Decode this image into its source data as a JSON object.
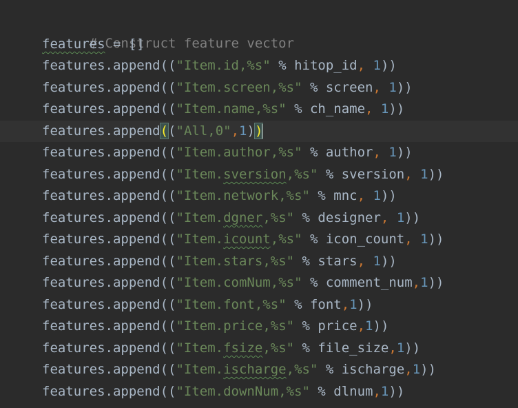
{
  "editor": {
    "comment": "# Construct feature vector",
    "init_var": "features",
    "init_op": " = ",
    "init_value": "[]",
    "call_prefix": "features.append((",
    "current_line": {
      "prefix": "features.append",
      "open_paren": "(",
      "inner_open": "(",
      "string": "\"All,0\"",
      "comma": ",",
      "number": "1",
      "inner_close": ")",
      "close_paren": ")"
    },
    "lines": [
      {
        "s_pre": "\"Item.",
        "s_mid": "id",
        "s_post": ",%s\"",
        "arg": " % hitop_id",
        "comma": ", ",
        "num": "1",
        "end": "))"
      },
      {
        "s_pre": "\"Item.",
        "s_mid": "screen",
        "s_post": ",%s\"",
        "arg": " % screen",
        "comma": ", ",
        "num": "1",
        "end": "))"
      },
      {
        "s_pre": "\"Item.",
        "s_mid": "name",
        "s_post": ",%s\"",
        "arg": " % ch_name",
        "comma": ", ",
        "num": "1",
        "end": "))"
      },
      {
        "s_pre": "\"Item.",
        "s_mid": "author",
        "s_post": ",%s\"",
        "arg": " % author",
        "comma": ", ",
        "num": "1",
        "end": "))"
      },
      {
        "s_pre": "\"Item.",
        "s_mid": "sversion",
        "s_post": ",%s\"",
        "arg": " % sversion",
        "comma": ", ",
        "num": "1",
        "end": "))"
      },
      {
        "s_pre": "\"Item.",
        "s_mid": "network",
        "s_post": ",%s\"",
        "arg": " % mnc",
        "comma": ", ",
        "num": "1",
        "end": "))"
      },
      {
        "s_pre": "\"Item.",
        "s_mid": "dgner",
        "s_post": ",%s\"",
        "arg": " % designer",
        "comma": ", ",
        "num": "1",
        "end": "))"
      },
      {
        "s_pre": "\"Item.",
        "s_mid": "icount",
        "s_post": ",%s\"",
        "arg": " % icon_count",
        "comma": ", ",
        "num": "1",
        "end": "))"
      },
      {
        "s_pre": "\"Item.",
        "s_mid": "stars",
        "s_post": ",%s\"",
        "arg": " % stars",
        "comma": ", ",
        "num": "1",
        "end": "))"
      },
      {
        "s_pre": "\"Item.",
        "s_mid": "comNum",
        "s_post": ",%s\"",
        "arg": " % comment_num",
        "comma": ",",
        "num": "1",
        "end": "))"
      },
      {
        "s_pre": "\"Item.",
        "s_mid": "font",
        "s_post": ",%s\"",
        "arg": " % font",
        "comma": ",",
        "num": "1",
        "end": "))"
      },
      {
        "s_pre": "\"Item.",
        "s_mid": "price",
        "s_post": ",%s\"",
        "arg": " % price",
        "comma": ",",
        "num": "1",
        "end": "))"
      },
      {
        "s_pre": "\"Item.",
        "s_mid": "fsize",
        "s_post": ",%s\"",
        "arg": " % file_size",
        "comma": ",",
        "num": "1",
        "end": "))"
      },
      {
        "s_pre": "\"Item.",
        "s_mid": "ischarge",
        "s_post": ",%s\"",
        "arg": " % ischarge",
        "comma": ",",
        "num": "1",
        "end": "))"
      },
      {
        "s_pre": "\"Item.",
        "s_mid": "downNum",
        "s_post": ",%s\"",
        "arg": " % dlnum",
        "comma": ",",
        "num": "1",
        "end": "))"
      }
    ]
  }
}
